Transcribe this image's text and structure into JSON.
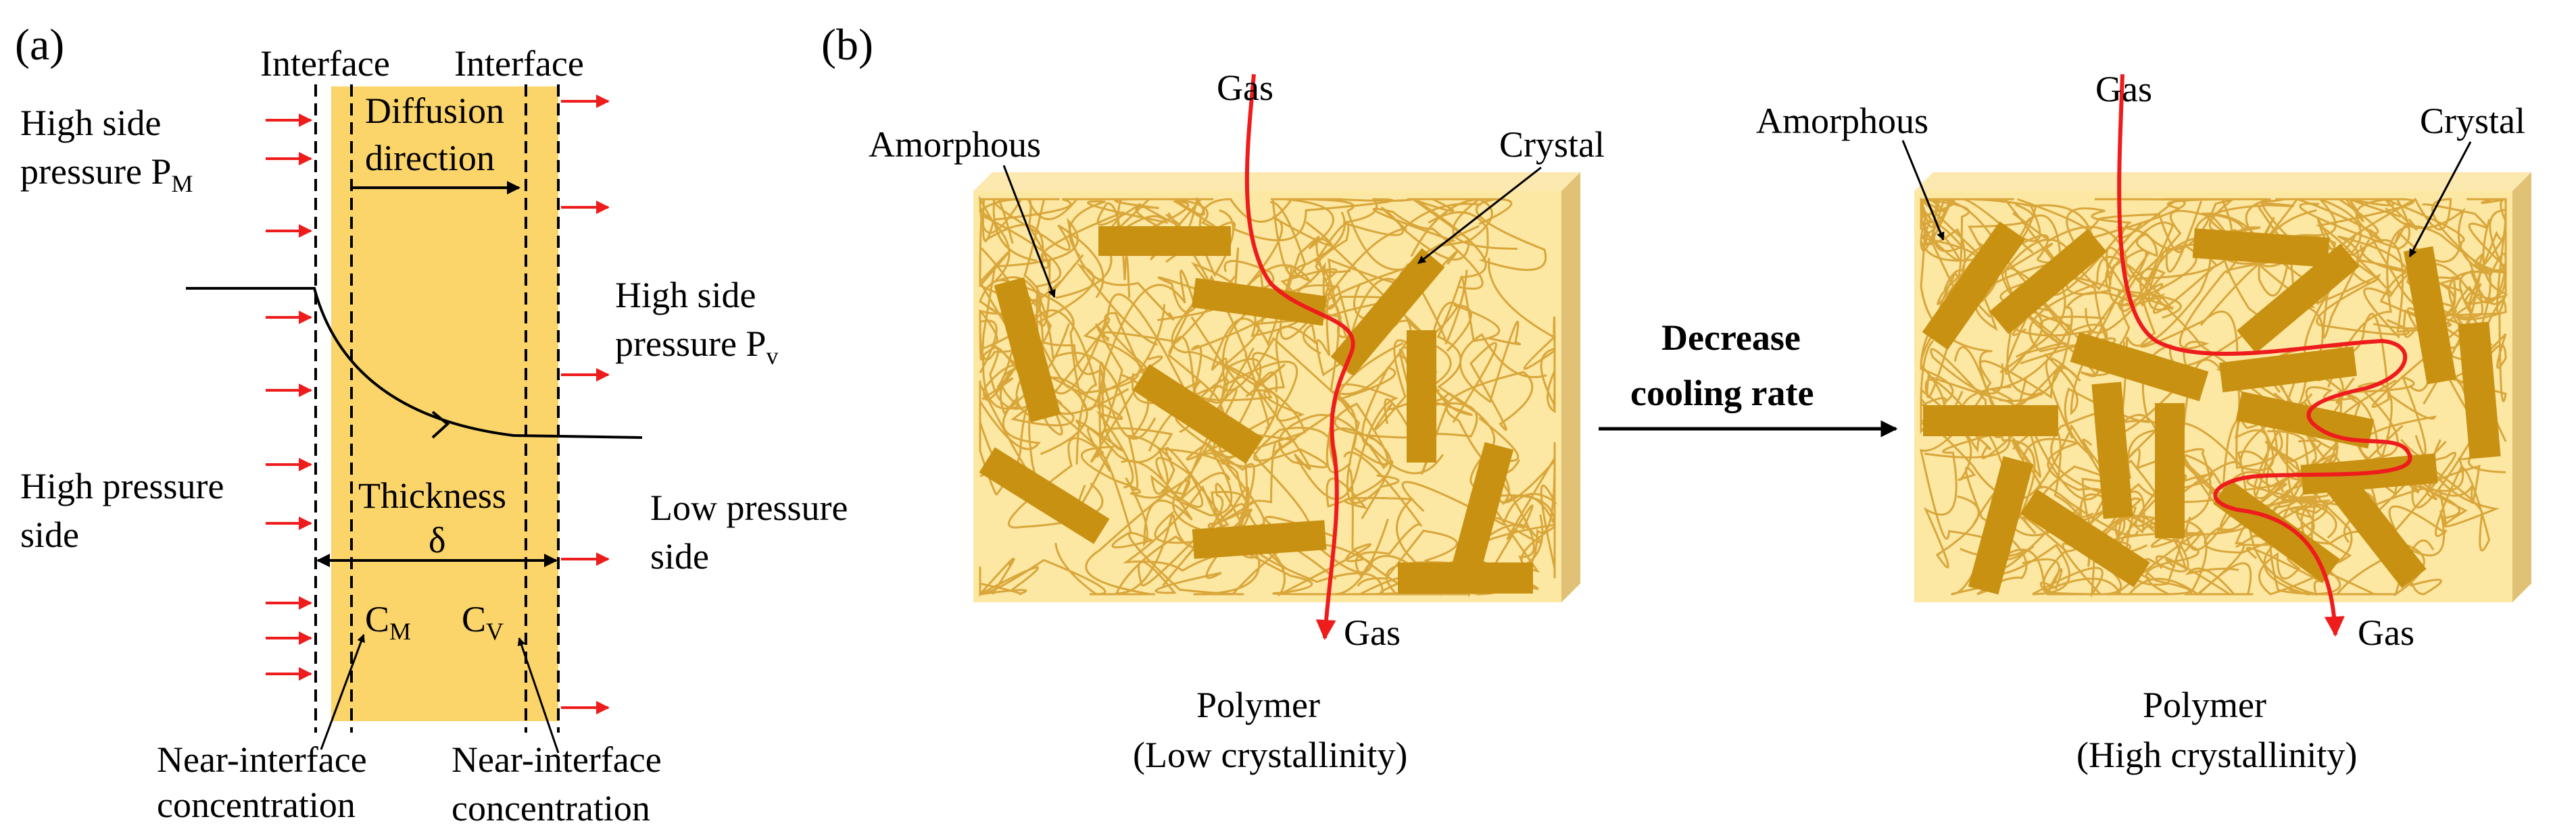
{
  "panel_a": {
    "label": "(a)",
    "interface_left": "Interface",
    "interface_right": "Interface",
    "high_side_pressure_pm": "High side",
    "high_side_pressure_pm_2": "pressure P",
    "high_side_pressure_pm_sub": "M",
    "diffusion_direction_1": "Diffusion",
    "diffusion_direction_2": "direction",
    "high_side_pressure_pv": "High side",
    "high_side_pressure_pv_2": "pressure P",
    "high_side_pressure_pv_sub": "v",
    "high_pressure_side_1": "High pressure",
    "high_pressure_side_2": "side",
    "thickness": "Thickness",
    "delta": "δ",
    "low_pressure_side_1": "Low pressure",
    "low_pressure_side_2": "side",
    "cm": "C",
    "cm_sub": "M",
    "cv": "C",
    "cv_sub": "V",
    "near_left_1": "Near-interface",
    "near_left_2": "concentration",
    "near_right_1": "Near-interface",
    "near_right_2": "concentration"
  },
  "panel_b": {
    "label": "(b)",
    "left": {
      "gas_in": "Gas",
      "gas_out": "Gas",
      "amorphous": "Amorphous",
      "crystal": "Crystal",
      "caption_1": "Polymer",
      "caption_2": "(Low crystallinity)"
    },
    "right": {
      "gas_in": "Gas",
      "gas_out": "Gas",
      "amorphous": "Amorphous",
      "crystal": "Crystal",
      "caption_1": "Polymer",
      "caption_2": "(High crystallinity)"
    },
    "process_1": "Decrease",
    "process_2": "cooling rate"
  },
  "colors": {
    "membrane": "#fbd46a",
    "polymer_face": "#fce7a3",
    "polymer_side": "#e0c175",
    "crystal": "#c99112",
    "fiber": "#d9a63a",
    "gas_path": "#ee1c1c",
    "arrow_red": "#ee1c1c"
  }
}
